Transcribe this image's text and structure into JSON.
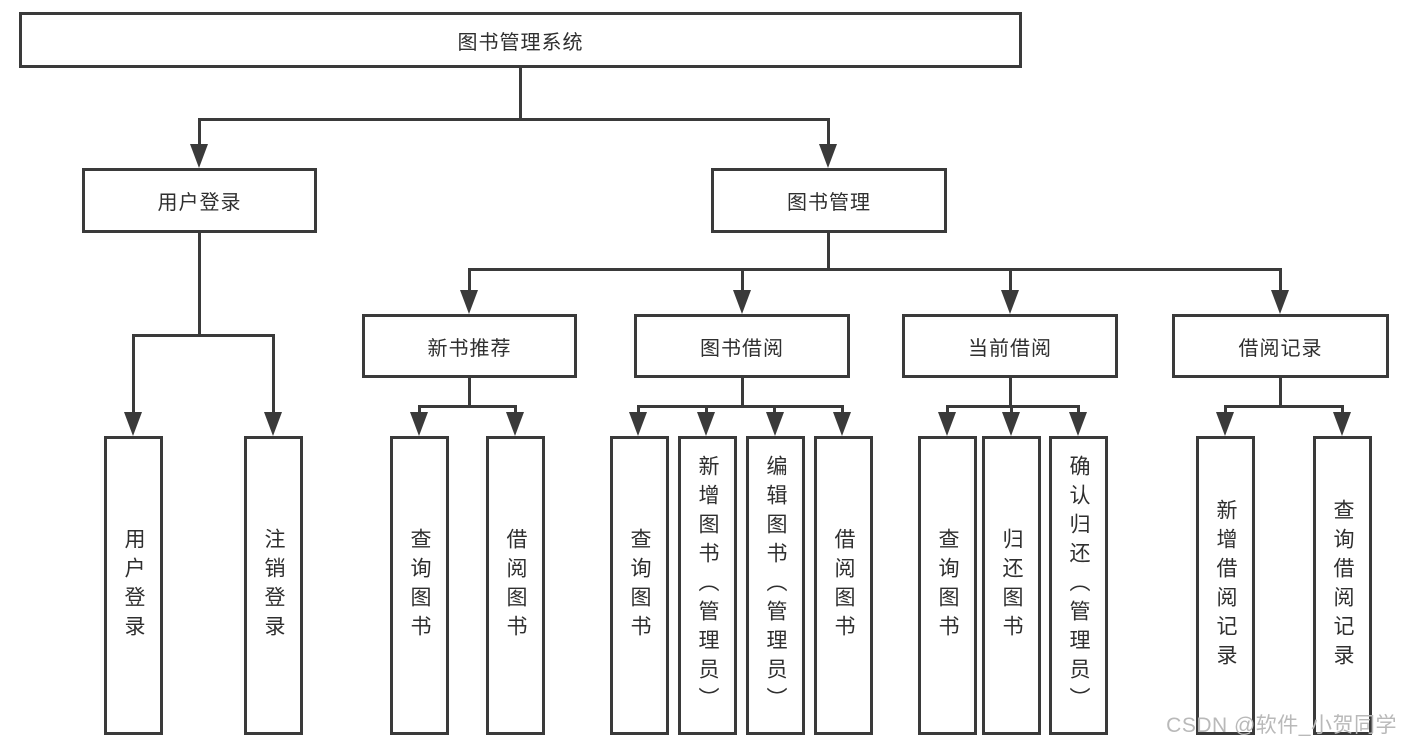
{
  "tree": {
    "root": "图书管理系统",
    "branches": [
      {
        "label": "用户登录",
        "children": [
          "用户登录",
          "注销登录"
        ]
      },
      {
        "label": "图书管理",
        "groups": [
          {
            "label": "新书推荐",
            "children": [
              "查询图书",
              "借阅图书"
            ]
          },
          {
            "label": "图书借阅",
            "children": [
              "查询图书",
              "新增图书（管理员）",
              "编辑图书（管理员）",
              "借阅图书"
            ]
          },
          {
            "label": "当前借阅",
            "children": [
              "查询图书",
              "归还图书",
              "确认归还（管理员）"
            ]
          },
          {
            "label": "借阅记录",
            "children": [
              "新增借阅记录",
              "查询借阅记录"
            ]
          }
        ]
      }
    ]
  },
  "watermark": "CSDN @软件_小贺同学",
  "colors": {
    "line": "#3a3a3a",
    "text": "#2f2f2f",
    "watermark": "#b9b9b9",
    "background": "#ffffff"
  }
}
